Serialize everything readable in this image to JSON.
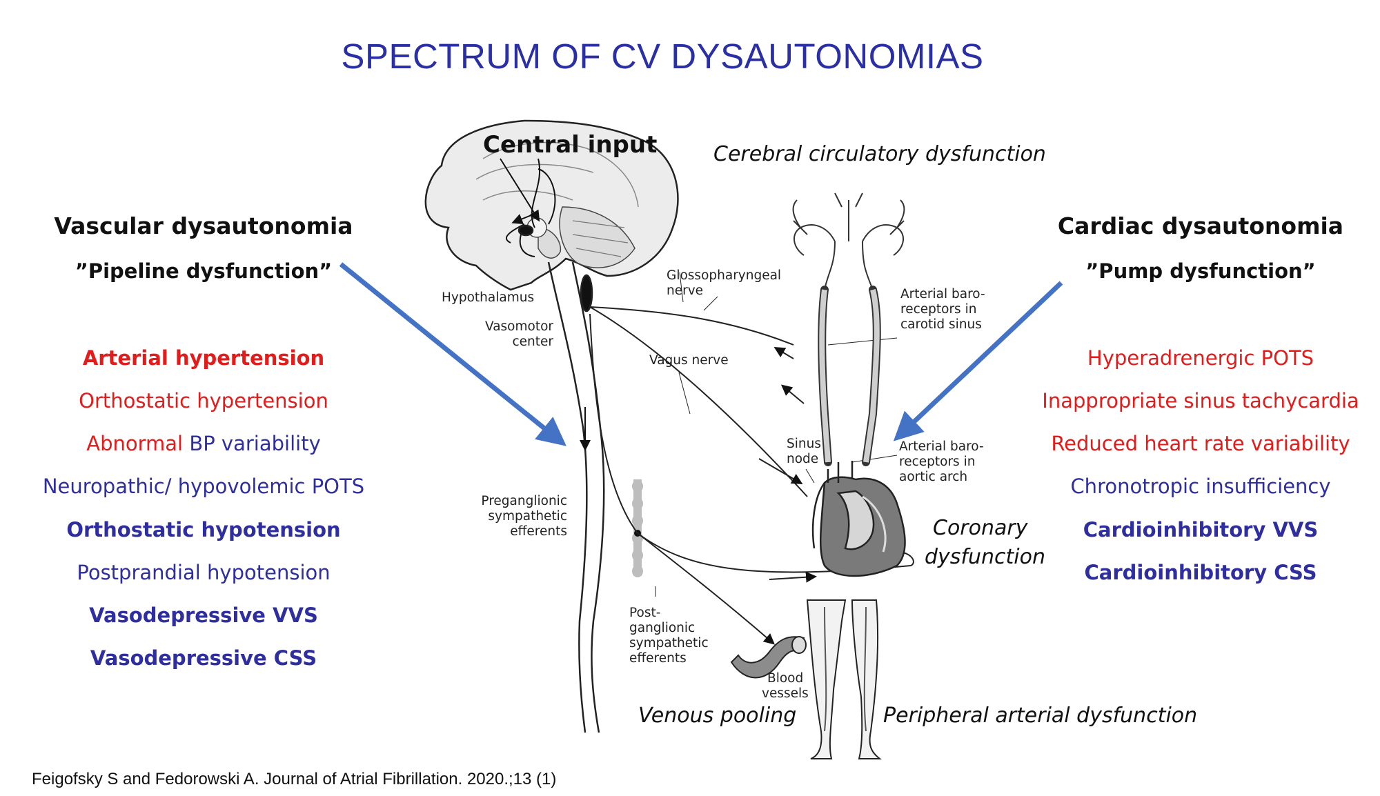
{
  "title": "SPECTRUM OF CV DYSAUTONOMIAS",
  "left": {
    "heading": "Vascular dysautonomia",
    "subheading": "”Pipeline dysfunction”",
    "items": [
      {
        "text": "Arterial hypertension",
        "color": "#e21b1b",
        "bold": true
      },
      {
        "text": "Orthostatic hypertension",
        "color": "#e21b1b",
        "bold": false
      },
      {
        "text": "Neuropathic/ hypovolemic POTS",
        "color": "#2e2e9e",
        "bold": false
      },
      {
        "text": "Orthostatic hypotension",
        "color": "#2e2e9e",
        "bold": true
      },
      {
        "text": "Postprandial hypotension",
        "color": "#2e2e9e",
        "bold": false
      },
      {
        "text": "Vasodepressive VVS",
        "color": "#2e2e9e",
        "bold": true
      },
      {
        "text": "Vasodepressive CSS",
        "color": "#2e2e9e",
        "bold": true
      }
    ],
    "bp_item": {
      "part1": "Abnormal ",
      "part2": "BP variability",
      "color1": "#e21b1b",
      "color2": "#2e2e9e"
    }
  },
  "right": {
    "heading": "Cardiac dysautonomia",
    "subheading": "”Pump dysfunction”",
    "items": [
      {
        "text": "Hyperadrenergic POTS",
        "color": "#e21b1b",
        "bold": false
      },
      {
        "text": "Inappropriate sinus tachycardia",
        "color": "#e21b1b",
        "bold": false
      },
      {
        "text": "Reduced heart rate variability",
        "color": "#e21b1b",
        "bold": false
      },
      {
        "text": "Chronotropic insufficiency",
        "color": "#2e2e9e",
        "bold": false
      },
      {
        "text": "Cardioinhibitory VVS",
        "color": "#2e2e9e",
        "bold": true
      },
      {
        "text": "Cardioinhibitory CSS",
        "color": "#2e2e9e",
        "bold": true
      }
    ]
  },
  "diagram": {
    "central_input": "Central input",
    "cerebral": "Cerebral circulatory dysfunction",
    "coronary_1": "Coronary",
    "coronary_2": "dysfunction",
    "venous": "Venous pooling",
    "peripheral": "Peripheral arterial dysfunction",
    "hypothalamus": "Hypothalamus",
    "vasomotor_1": "Vasomotor",
    "vasomotor_2": "center",
    "glosso_1": "Glossopharyngeal",
    "glosso_2": "nerve",
    "vagus": "Vagus nerve",
    "carotid_1": "Arterial baro-",
    "carotid_2": "receptors in",
    "carotid_3": "carotid sinus",
    "sinus_1": "Sinus",
    "sinus_2": "node",
    "aortic_1": "Arterial baro-",
    "aortic_2": "receptors in",
    "aortic_3": "aortic arch",
    "pregang_1": "Preganglionic",
    "pregang_2": "sympathetic",
    "pregang_3": "efferents",
    "postgang_1": "Post-",
    "postgang_2": "ganglionic",
    "postgang_3": "sympathetic",
    "postgang_4": "efferents",
    "blood_1": "Blood",
    "blood_2": "vessels"
  },
  "colors": {
    "title": "#2b2fa6",
    "arrow": "#4472c4",
    "red": "#e21b1b",
    "blue": "#2e2e9e"
  },
  "citation": "Feigofsky S and Fedorowski A. Journal of Atrial Fibrillation. 2020.;13 (1)"
}
